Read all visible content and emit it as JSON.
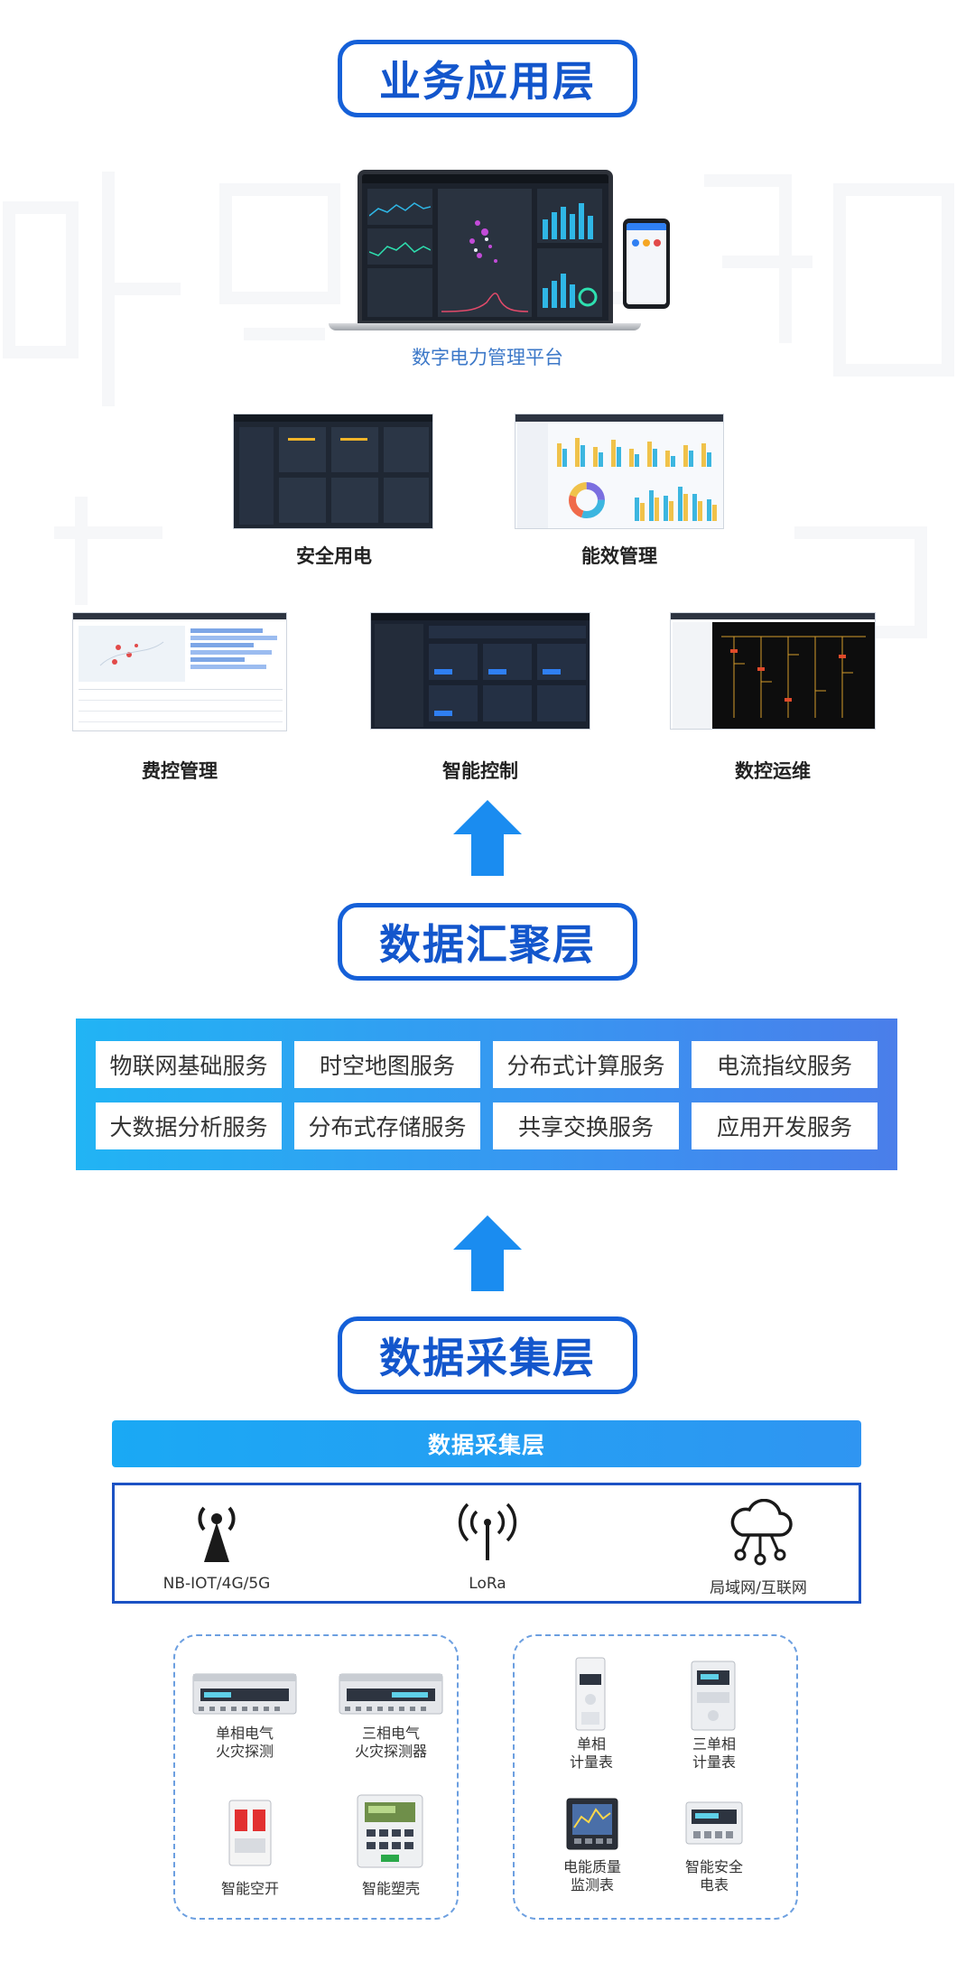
{
  "layers": {
    "business_title": "业务应用层",
    "aggregation_title": "数据汇聚层",
    "acquisition_title": "数据采集层"
  },
  "apps": {
    "platform_label": "数字电力管理平台",
    "safety_label": "安全用电",
    "efficiency_label": "能效管理",
    "billing_label": "费控管理",
    "smart_control_label": "智能控制",
    "digital_ops_label": "数控运维"
  },
  "services": [
    "物联网基础服务",
    "时空地图服务",
    "分布式计算服务",
    "电流指纹服务",
    "大数据分析服务",
    "分布式存储服务",
    "共享交换服务",
    "应用开发服务"
  ],
  "acquisition": {
    "bar_label": "数据采集层",
    "networks": [
      "NB-IOT/4G/5G",
      "LoRa",
      "局域网/互联网"
    ]
  },
  "devices": {
    "left": [
      {
        "line1": "单相电气",
        "line2": "火灾探测"
      },
      {
        "line1": "三相电气",
        "line2": "火灾探测器"
      },
      {
        "line1": "智能空开",
        "line2": ""
      },
      {
        "line1": "智能塑壳",
        "line2": ""
      }
    ],
    "right": [
      {
        "line1": "单相",
        "line2": "计量表"
      },
      {
        "line1": "三单相",
        "line2": "计量表"
      },
      {
        "line1": "电能质量",
        "line2": "监测表"
      },
      {
        "line1": "智能安全",
        "line2": "电表"
      }
    ]
  },
  "colors": {
    "title_border": "#1560d8",
    "title_text": "#1356cc",
    "arrow": "#1a8cf0",
    "band_start": "#21b4f4",
    "band_end": "#4a7eea",
    "platform_text": "#3c78c8"
  },
  "icons": {
    "nb_iot": "broadcast-tower-icon",
    "lora": "antenna-signal-icon",
    "lan": "cloud-network-icon"
  }
}
